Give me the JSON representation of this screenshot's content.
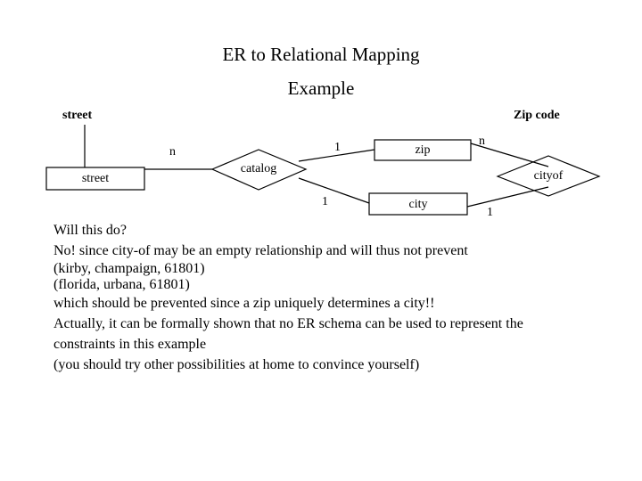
{
  "slide": {
    "title": "ER to Relational Mapping",
    "subtitle": "Example",
    "background": "#ffffff",
    "ink": "#000000"
  },
  "diagram": {
    "type": "entity-relationship",
    "attributes": [
      {
        "id": "street-attr",
        "label": "street"
      },
      {
        "id": "zipcode-attr",
        "label": "Zip code"
      }
    ],
    "entities": [
      {
        "id": "street-entity",
        "label": "street"
      },
      {
        "id": "zip-entity",
        "label": "zip"
      },
      {
        "id": "city-entity",
        "label": "city"
      }
    ],
    "relationships": [
      {
        "id": "catalog-rel",
        "label": "catalog"
      },
      {
        "id": "cityof-rel",
        "label": "cityof"
      }
    ],
    "cardinalities": [
      {
        "id": "card-street-catalog",
        "label": "n"
      },
      {
        "id": "card-catalog-zip",
        "label": "1"
      },
      {
        "id": "card-catalog-city",
        "label": "1"
      },
      {
        "id": "card-zip-cityof",
        "label": "n"
      },
      {
        "id": "card-city-cityof",
        "label": "1"
      }
    ]
  },
  "notes": {
    "lines": [
      {
        "text": "Will this do?",
        "spacing": "wide"
      },
      {
        "text": "No! since city-of  may be an empty relationship and will thus not prevent",
        "spacing": "wide"
      },
      {
        "text": "(kirby, champaign, 61801)",
        "spacing": "tight"
      },
      {
        "text": "(florida, urbana, 61801)",
        "spacing": "tight"
      },
      {
        "text": "which should be prevented since a zip uniquely determines a city!!",
        "spacing": "wide"
      },
      {
        "text": "Actually, it can be formally shown that no ER schema can be used to represent the",
        "spacing": "wide"
      },
      {
        "text": "constraints in this example",
        "spacing": "wide"
      },
      {
        "text": "(you should try other possibilities at home to convince yourself)",
        "spacing": "wide"
      }
    ]
  }
}
